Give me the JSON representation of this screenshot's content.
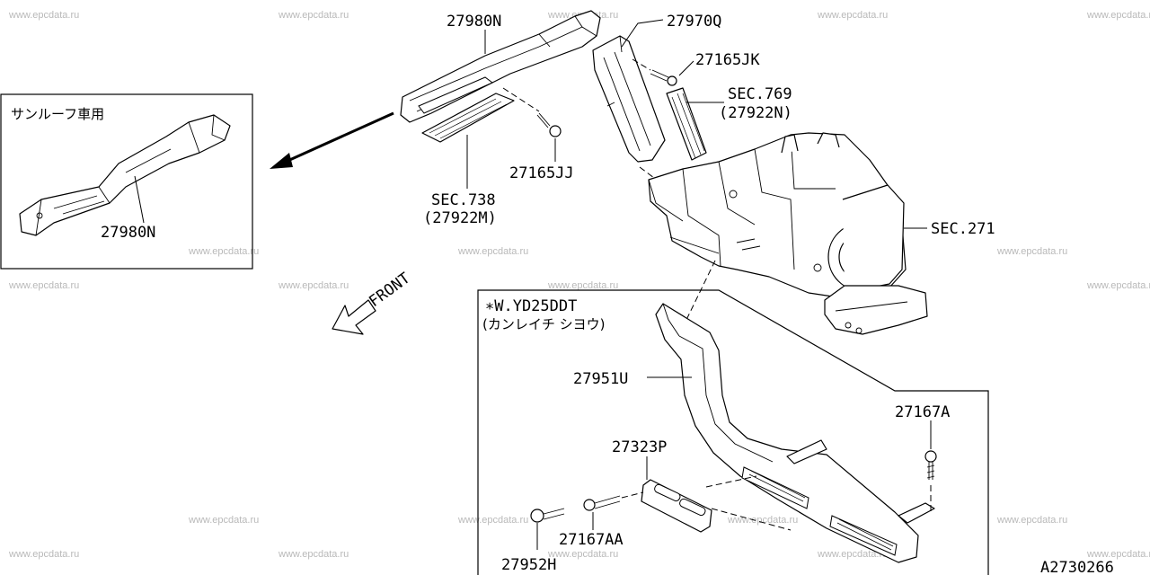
{
  "watermark": "www.epcdata.ru",
  "diagram_code": "A2730266",
  "front_label": "FRONT",
  "inset_sunroof": {
    "caption": "サンルーフ車用",
    "part_label": "27980N"
  },
  "inset_engine": {
    "caption_line1": "∗W.YD25DDT",
    "caption_line2": "(カンレイチ シヨウ)"
  },
  "labels": {
    "p27980N": "27980N",
    "p27970Q": "27970Q",
    "p27165JK": "27165JK",
    "sec769": "SEC.769",
    "sec769_sub": "(27922N)",
    "p27165JJ": "27165JJ",
    "sec738": "SEC.738",
    "sec738_sub": "(27922M)",
    "sec271": "SEC.271",
    "p27951U": "27951U",
    "p27167A": "27167A",
    "p27323P": "27323P",
    "p27167AA": "27167AA",
    "p27952H": "27952H"
  }
}
